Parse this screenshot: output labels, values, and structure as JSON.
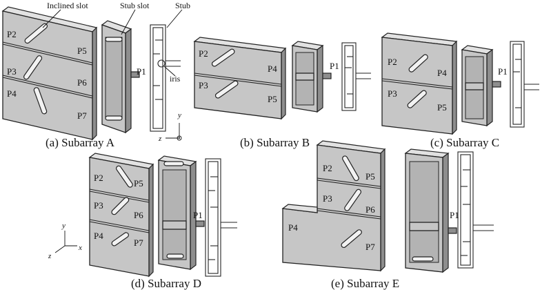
{
  "figure": {
    "captions": {
      "a": "(a) Subarray A",
      "b": "(b) Subarray B",
      "c": "(c) Subarray C",
      "d": "(d) Subarray D",
      "e": "(e) Subarray E"
    },
    "annotations": {
      "inclined_slot": "Inclined slot",
      "stub_slot": "Stub slot",
      "stub": "Stub",
      "iris": "iris"
    },
    "axes": {
      "x": "x",
      "y": "y",
      "z": "z"
    },
    "ports": {
      "p1": "P1",
      "p2": "P2",
      "p3": "P3",
      "p4": "P4",
      "p5": "P5",
      "p6": "P6",
      "p7": "P7"
    }
  }
}
